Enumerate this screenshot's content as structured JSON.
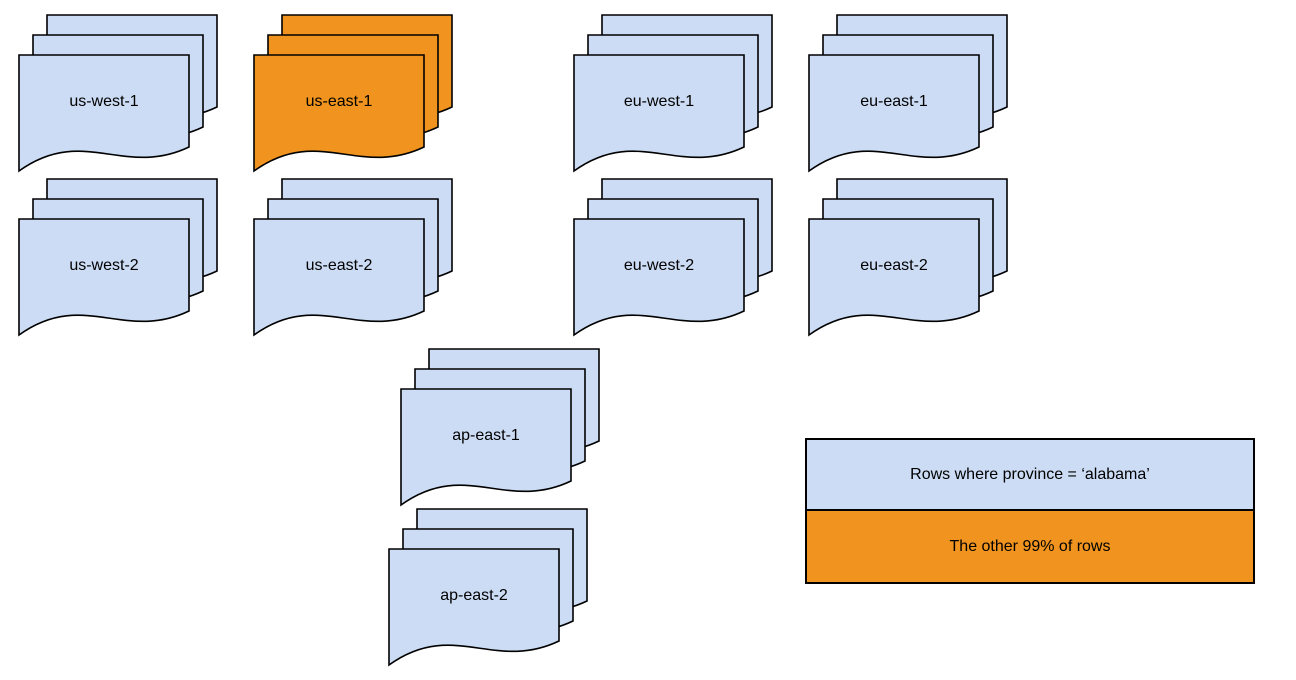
{
  "colors": {
    "doc_fill_blue": "#ccdcf4",
    "doc_fill_orange": "#f0941f",
    "outline": "#000000"
  },
  "stacks": [
    {
      "label": "us-west-1",
      "fill": "#ccdcf4"
    },
    {
      "label": "us-east-1",
      "fill": "#f0941f"
    },
    {
      "label": "eu-west-1",
      "fill": "#ccdcf4"
    },
    {
      "label": "eu-east-1",
      "fill": "#ccdcf4"
    },
    {
      "label": "us-west-2",
      "fill": "#ccdcf4"
    },
    {
      "label": "us-east-2",
      "fill": "#ccdcf4"
    },
    {
      "label": "eu-west-2",
      "fill": "#ccdcf4"
    },
    {
      "label": "eu-east-2",
      "fill": "#ccdcf4"
    },
    {
      "label": "ap-east-1",
      "fill": "#ccdcf4"
    },
    {
      "label": "ap-east-2",
      "fill": "#ccdcf4"
    }
  ],
  "legend": {
    "items": [
      {
        "label": "Rows where province = ‘alabama’",
        "color": "#ccdcf4"
      },
      {
        "label": "The other 99% of rows",
        "color": "#f0941f"
      }
    ]
  }
}
